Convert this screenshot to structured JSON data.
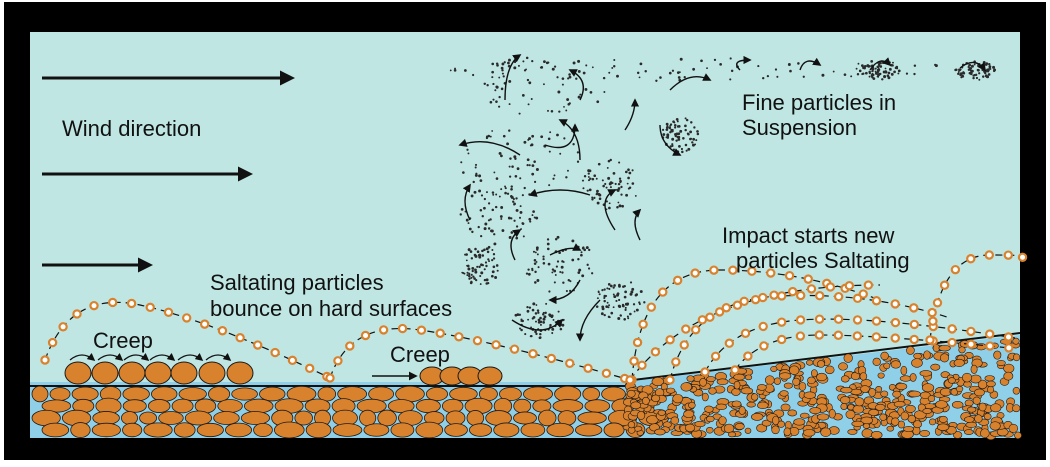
{
  "labels": {
    "wind": "Wind direction",
    "fine_line1": "Fine particles in",
    "fine_line2": "Suspension",
    "impact_line1": "Impact starts new",
    "impact_line2": "particles Saltating",
    "salt_line1": "Saltating particles",
    "salt_line2": "bounce on hard surfaces",
    "creep_left": "Creep",
    "creep_mid": "Creep"
  },
  "colors": {
    "sky": "#bfe6e3",
    "water": "#8fd0e8",
    "grain": "#d9822e",
    "grain_outline": "#1a1a1a",
    "frame": "#000000"
  },
  "icons": [
    "arrow-right-icon",
    "curly-arrow-icon",
    "dust-cloud-icon",
    "grain-icon"
  ]
}
